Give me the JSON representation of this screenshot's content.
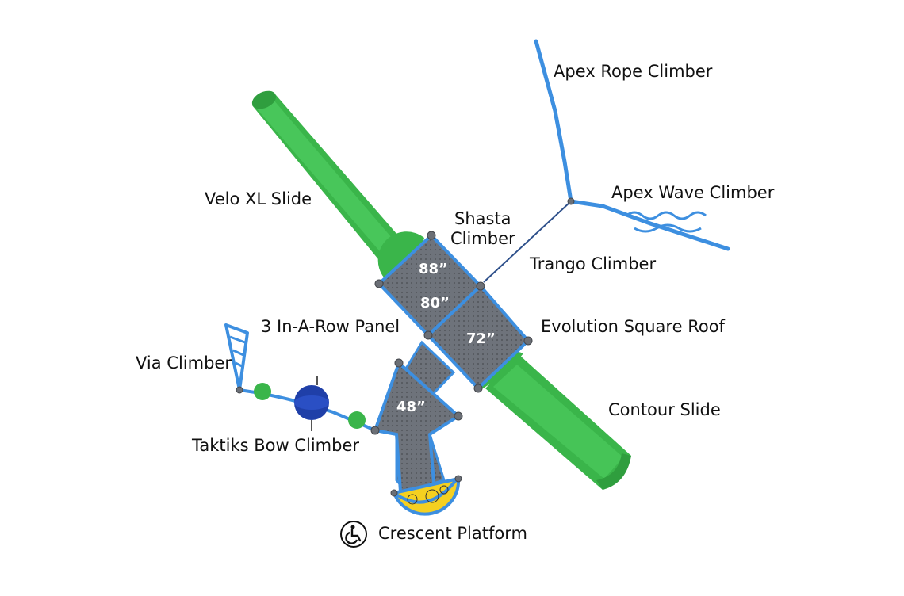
{
  "labels": {
    "apex_rope_climber": "Apex Rope Climber",
    "apex_wave_climber": "Apex Wave Climber",
    "velo_xl_slide": "Velo XL Slide",
    "shasta_climber_line1": "Shasta",
    "shasta_climber_line2": "Climber",
    "trango_climber": "Trango Climber",
    "three_in_a_row_panel": "3 In-A-Row Panel",
    "evolution_square_roof": "Evolution Square Roof",
    "via_climber": "Via Climber",
    "contour_slide": "Contour Slide",
    "taktiks_bow_climber": "Taktiks Bow Climber",
    "crescent_platform": "Crescent Platform"
  },
  "deck_heights": {
    "deck_a": "88”",
    "deck_b": "80”",
    "deck_c": "72”",
    "deck_d": "48”"
  },
  "icons": {
    "accessibility": "wheelchair-accessible-icon"
  },
  "colors": {
    "slide_green": "#3ab54a",
    "frame_blue": "#3d8fe0",
    "deck_gray": "#6e737b",
    "crescent_yellow": "#f5d020",
    "taktiks_navy": "#1f3fa8",
    "background": "#ffffff"
  }
}
